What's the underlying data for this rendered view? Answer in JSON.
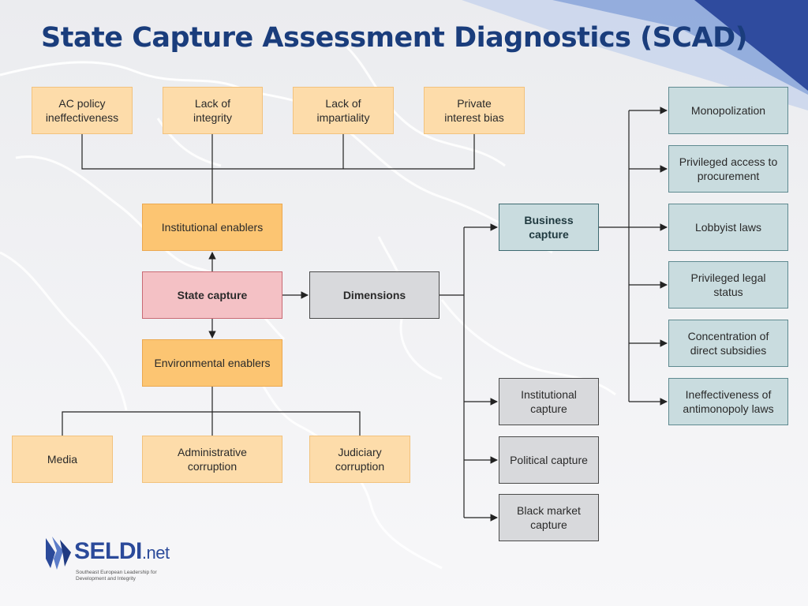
{
  "title": "State Capture Assessment Diagnostics (SCAD)",
  "nodes": {
    "ac_policy": "AC policy\nineffectiveness",
    "lack_integrity": "Lack of\nintegrity",
    "lack_impartiality": "Lack of\nimpartiality",
    "private_interest": "Private\ninterest bias",
    "institutional_enablers": "Institutional enablers",
    "state_capture": "State capture",
    "dimensions": "Dimensions",
    "environmental_enablers": "Environmental enablers",
    "media": "Media",
    "administrative_corruption": "Administrative\ncorruption",
    "judiciary_corruption": "Judiciary\ncorruption",
    "business_capture": "Business\ncapture",
    "institutional_capture": "Institutional\ncapture",
    "political_capture": "Political capture",
    "black_market_capture": "Black market\ncapture",
    "monopolization": "Monopolization",
    "privileged_access": "Privileged access to\nprocurement",
    "lobbyist_laws": "Lobbyist laws",
    "privileged_legal": "Privileged legal\nstatus",
    "direct_subsidies": "Concentration of\ndirect subsidies",
    "antimonopoly": "Ineffectiveness of\nantimonopoly laws"
  },
  "logo": {
    "name": "SELDI",
    "suffix": ".net",
    "tagline": "Southeast European Leadership for\nDevelopment and Integrity"
  },
  "colors": {
    "title": "#1a3d7c",
    "enabler_box": "#fddcaa",
    "enabler_category": "#fcc572",
    "state_capture": "#f4c1c5",
    "dimension_box": "#d8d9dc",
    "business_box": "#c9dcdf",
    "logo": "#2b4a9a"
  }
}
